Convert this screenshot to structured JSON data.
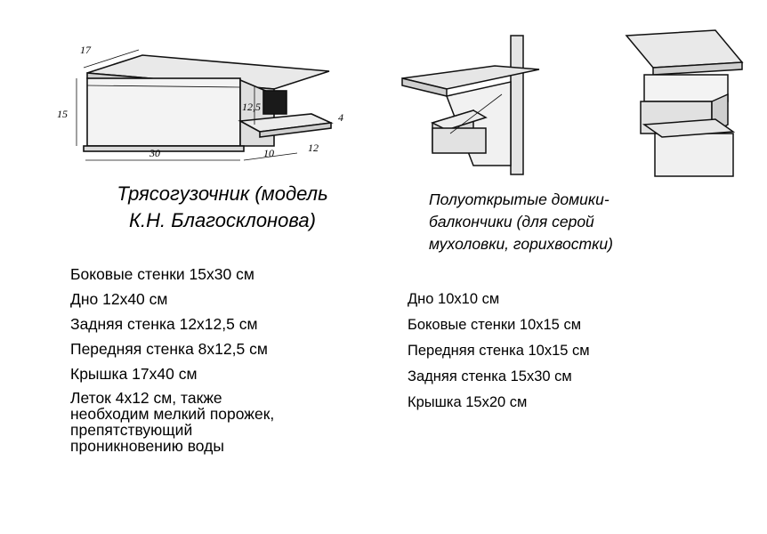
{
  "left": {
    "title_line1": "Трясогузочник (модель",
    "title_line2": "К.Н. Благосклонова)",
    "dimension_labels": {
      "roof_depth": "17",
      "height": "15",
      "length": "30",
      "front": "12,5",
      "board": "4",
      "platform": "10",
      "platform_side": "12"
    },
    "specs": [
      "Боковые стенки 15х30 см",
      "Дно 12х40 см",
      "Задняя стенка 12х12,5 см",
      "Передняя стенка 8х12,5 см",
      "Крышка 17х40 см"
    ],
    "note_lines": [
      "Леток 4х12 см, также",
      "необходим мелкий порожек,",
      "препятствующий",
      "проникновению воды"
    ]
  },
  "right": {
    "title_lines": [
      "Полуоткрытые домики-",
      "балкончики  (для серой",
      "мухоловки,  горихвостки)"
    ],
    "specs": [
      "Дно 10х10 см",
      "Боковые стенки 10х15 см",
      "Передняя стенка 10х15 см",
      "Задняя стенка 15х30 см",
      "Крышка 15х20 см"
    ]
  }
}
